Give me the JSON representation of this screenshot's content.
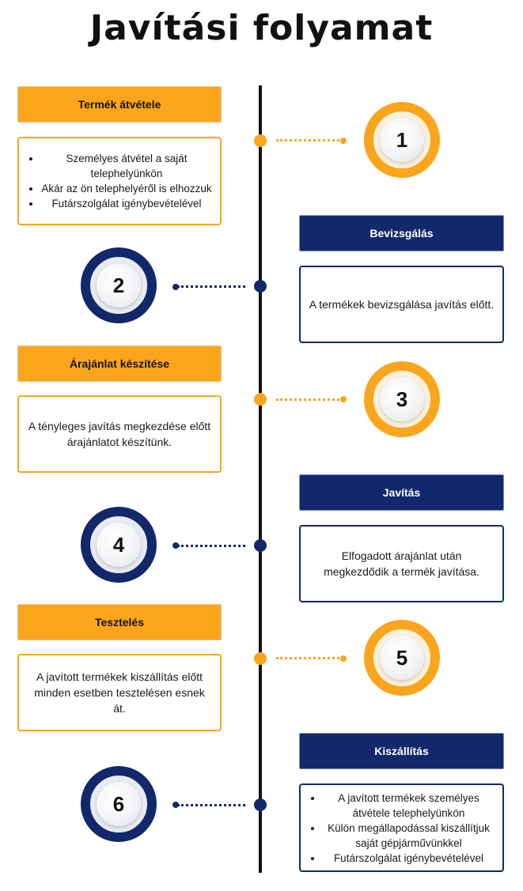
{
  "title": "Javítási folyamat",
  "colors": {
    "accent": "#fba51c",
    "primary": "#12286b",
    "line": "#111111"
  },
  "steps": [
    {
      "number": "1",
      "heading": "Termék átvétele",
      "items": [
        "Személyes átvétel a saját telephelyünkön",
        "Akár az ön telephelyéről is elhozzuk",
        "Futárszolgálat igénybevételével"
      ]
    },
    {
      "number": "2",
      "heading": "Bevizsgálás",
      "text": "A termékek bevizsgálása javítás előtt."
    },
    {
      "number": "3",
      "heading": "Árajánlat készítése",
      "text": "A tényleges javítás megkezdése előtt árajánlatot készítünk."
    },
    {
      "number": "4",
      "heading": "Javítás",
      "text": "Elfogadott árajánlat után megkezdődik a termék javítása."
    },
    {
      "number": "5",
      "heading": "Tesztelés",
      "text": "A javított termékek kiszállítás előtt minden esetben tesztelésen esnek át."
    },
    {
      "number": "6",
      "heading": "Kiszállítás",
      "items": [
        "A javított termékek személyes átvétele telephelyünkön",
        "Külön megállapodással kiszállítjuk saját gépjárművünkkel",
        "Futárszolgálat igénybevételével"
      ]
    }
  ]
}
